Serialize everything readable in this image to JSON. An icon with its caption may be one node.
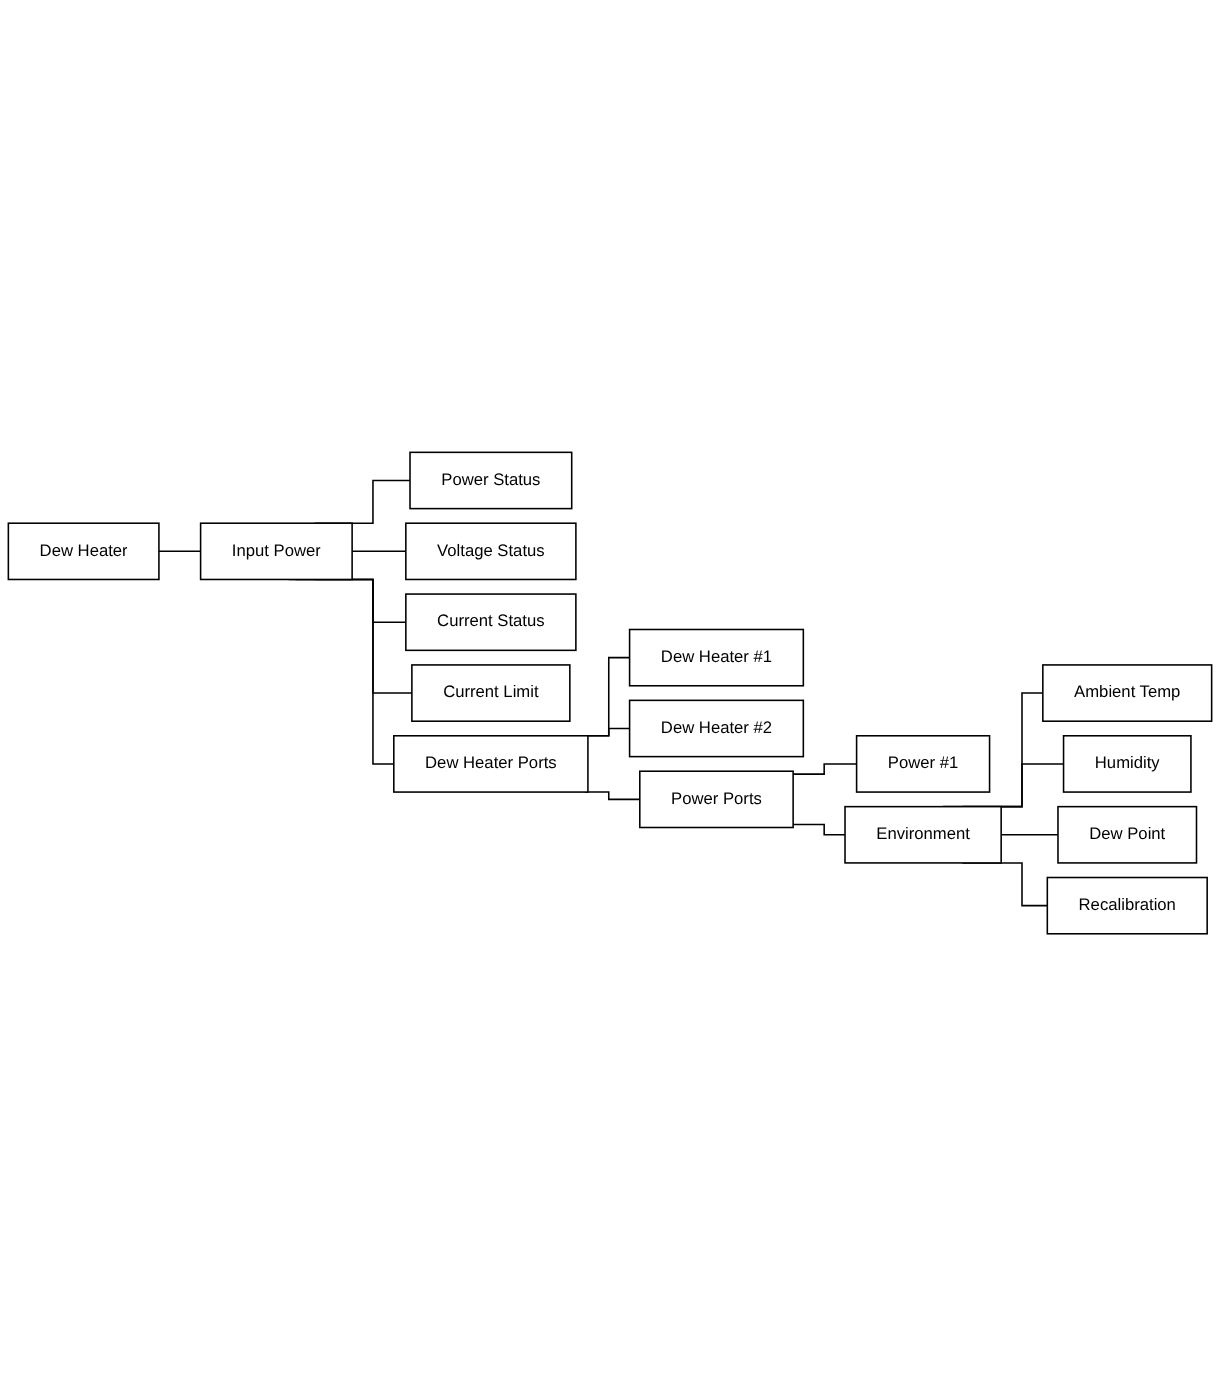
{
  "diagram": {
    "nodes": [
      {
        "text": [
          "Dew Heater"
        ]
      },
      {
        "text": [
          "Input Power"
        ]
      },
      {
        "text": [
          "Power Status"
        ]
      },
      {
        "text": [
          "Voltage Status"
        ]
      },
      {
        "text": [
          "Current Status"
        ]
      },
      {
        "text": [
          "Current Limit"
        ]
      },
      {
        "text": [
          "Dew Heater Ports"
        ]
      },
      {
        "text": [
          "Dew Heater #1"
        ]
      },
      {
        "text": [
          "Dew Heater #2"
        ]
      },
      {
        "text": [
          "Power Ports"
        ]
      },
      {
        "text": [
          "Power #1"
        ]
      },
      {
        "text": [
          "Environment"
        ]
      },
      {
        "text": [
          "Ambient Temp"
        ]
      },
      {
        "text": [
          "Humidity"
        ]
      },
      {
        "text": [
          "Dew Point"
        ]
      },
      {
        "text": [
          "Recalibration"
        ]
      }
    ],
    "edges": [
      {
        "from": 0,
        "to": 1,
        "arrow": "none"
      },
      {
        "from": 1,
        "to": 2,
        "arrow": "none"
      },
      {
        "from": 1,
        "to": 3,
        "arrow": "none"
      },
      {
        "from": 1,
        "to": 4,
        "arrow": "none"
      },
      {
        "from": 1,
        "to": 5,
        "arrow": "none"
      },
      {
        "from": 1,
        "to": 6,
        "arrow": "none"
      },
      {
        "from": 6,
        "to": 7,
        "arrow": "none"
      },
      {
        "from": 6,
        "to": 8,
        "arrow": "none"
      },
      {
        "from": 6,
        "to": 9,
        "arrow": "none"
      },
      {
        "from": 9,
        "to": 10,
        "arrow": "none"
      },
      {
        "from": 9,
        "to": 11,
        "arrow": "none"
      },
      {
        "from": 11,
        "to": 12,
        "arrow": "none"
      },
      {
        "from": 11,
        "to": 13,
        "arrow": "none"
      },
      {
        "from": 11,
        "to": 14,
        "arrow": "none"
      },
      {
        "from": 11,
        "to": 15,
        "arrow": "none"
      }
    ]
  }
}
